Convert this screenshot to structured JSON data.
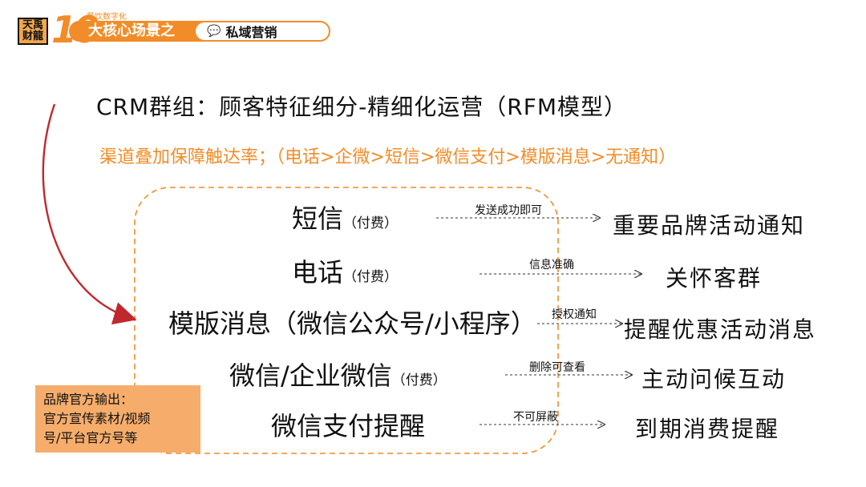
{
  "header": {
    "logo_top": "天禹",
    "logo_bottom": "财龍",
    "number": "10",
    "small_text": "餐饮数字化",
    "main_text": "大核心场景之",
    "section": "私域营销"
  },
  "title": "CRM群组：顾客特征细分-精细化运营（RFM模型）",
  "subtitle": "渠道叠加保障触达率；（电话>企微>短信>微信支付>模版消息>无通知）",
  "rows": [
    {
      "channel": "短信",
      "note": "（付费）",
      "condition": "发送成功即可",
      "result": "重要品牌活动通知"
    },
    {
      "channel": "电话",
      "note": "（付费）",
      "condition": "信息准确",
      "result": "关怀客群"
    },
    {
      "channel": "模版消息（微信公众号/小程序）",
      "note": "",
      "condition": "授权通知",
      "result": "提醒优惠活动消息"
    },
    {
      "channel": "微信/企业微信",
      "note": "（付费）",
      "condition": "删除可查看",
      "result": "主动问候互动"
    },
    {
      "channel": "微信支付提醒",
      "note": "",
      "condition": "不可屏蔽",
      "result": "到期消费提醒"
    }
  ],
  "brand_box": {
    "line1": "品牌官方输出：",
    "line2": "官方宣传素材/视频",
    "line3": "号/平台官方号等"
  },
  "colors": {
    "accent": "#f28c28",
    "arrow": "#c0282e",
    "brand_bg": "#f6ad6b"
  }
}
